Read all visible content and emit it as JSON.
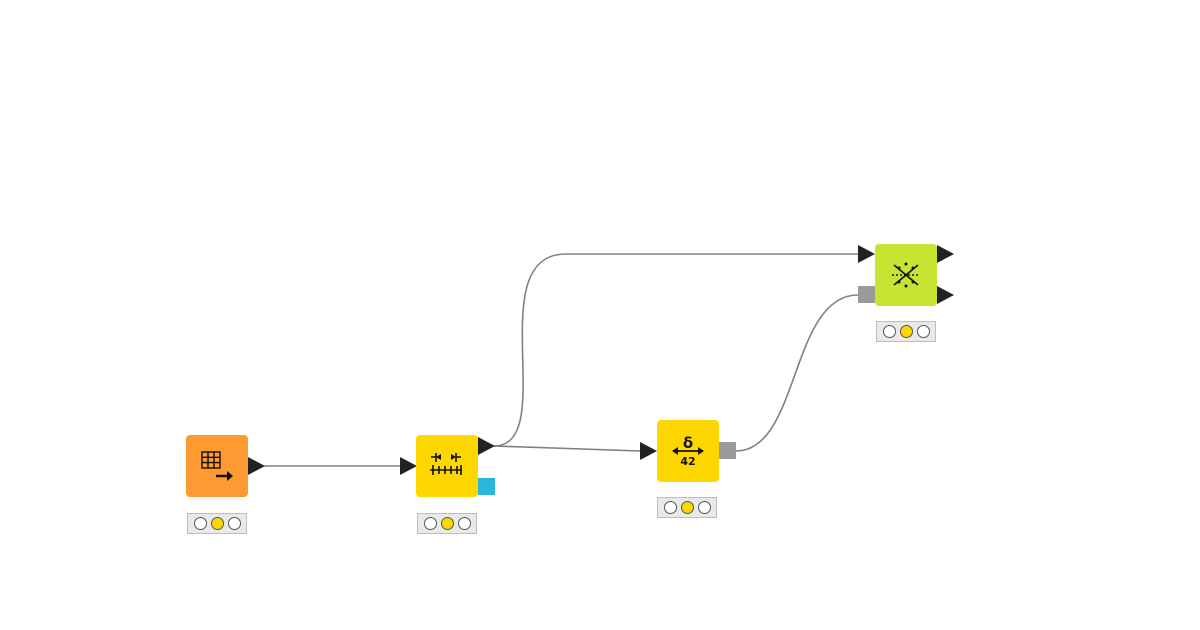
{
  "workflow": {
    "colors": {
      "background": "#ffffff",
      "connection": "#808080",
      "port_data": "#222222",
      "port_model": "#9a9a9a",
      "port_flow": "#29b6d9",
      "status_off": "#ffffff",
      "status_yellow": "#ffd700"
    },
    "nodes": [
      {
        "id": "source",
        "name": "table-source-node",
        "category": "source",
        "color": "#ff9a33",
        "icon": "table-arrow-icon",
        "status": "yellow"
      },
      {
        "id": "binner",
        "name": "binner-node",
        "category": "manipulator",
        "color": "#ffd700",
        "icon": "binning-icon",
        "status": "yellow"
      },
      {
        "id": "numdist",
        "name": "numeric-distance-node",
        "category": "manipulator",
        "color": "#ffd700",
        "icon": "delta-42-icon",
        "status": "yellow"
      },
      {
        "id": "learner",
        "name": "learner-node",
        "category": "learner",
        "color": "#c8e330",
        "icon": "cluster-icon",
        "status": "yellow"
      }
    ],
    "connections": [
      {
        "from": "source",
        "to": "binner"
      },
      {
        "from": "binner",
        "to": "learner"
      },
      {
        "from": "binner",
        "to": "numdist"
      },
      {
        "from": "numdist",
        "to": "learner"
      }
    ]
  }
}
